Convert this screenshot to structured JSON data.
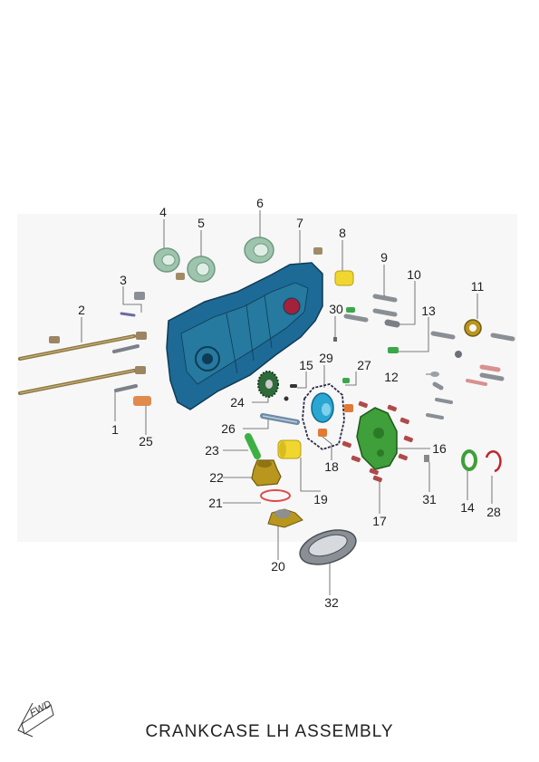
{
  "title": "CRANKCASE LH ASSEMBLY",
  "fwd_label": "FWD",
  "callouts": [
    {
      "id": "1",
      "label": "1"
    },
    {
      "id": "2",
      "label": "2"
    },
    {
      "id": "3",
      "label": "3"
    },
    {
      "id": "4",
      "label": "4"
    },
    {
      "id": "5",
      "label": "5"
    },
    {
      "id": "6",
      "label": "6"
    },
    {
      "id": "7",
      "label": "7"
    },
    {
      "id": "8",
      "label": "8"
    },
    {
      "id": "9",
      "label": "9"
    },
    {
      "id": "10",
      "label": "10"
    },
    {
      "id": "11",
      "label": "11"
    },
    {
      "id": "12",
      "label": "12"
    },
    {
      "id": "13",
      "label": "13"
    },
    {
      "id": "14",
      "label": "14"
    },
    {
      "id": "15",
      "label": "15"
    },
    {
      "id": "16",
      "label": "16"
    },
    {
      "id": "17",
      "label": "17"
    },
    {
      "id": "18",
      "label": "18"
    },
    {
      "id": "19",
      "label": "19"
    },
    {
      "id": "20",
      "label": "20"
    },
    {
      "id": "21",
      "label": "21"
    },
    {
      "id": "22",
      "label": "22"
    },
    {
      "id": "23",
      "label": "23"
    },
    {
      "id": "24",
      "label": "24"
    },
    {
      "id": "25",
      "label": "25"
    },
    {
      "id": "26",
      "label": "26"
    },
    {
      "id": "27",
      "label": "27"
    },
    {
      "id": "28",
      "label": "28"
    },
    {
      "id": "29",
      "label": "29"
    },
    {
      "id": "30",
      "label": "30"
    },
    {
      "id": "31",
      "label": "31"
    },
    {
      "id": "32",
      "label": "32"
    }
  ],
  "colors": {
    "crankcase": "#1d6a96",
    "cover": "#3f9f3a",
    "bearing": "#9fc4ad",
    "bolt": "#8a8f96",
    "seal_red": "#c0262d",
    "gold": "#b9961e",
    "yellow": "#f2d630",
    "orange": "#e07a35",
    "cyan": "#2aa6d2"
  }
}
